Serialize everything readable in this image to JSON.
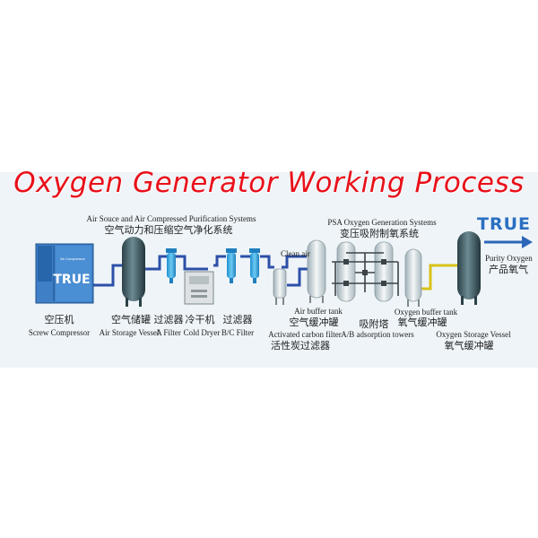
{
  "title": "Oxygen Generator Working Process",
  "brand": "TRUE",
  "compressor_panel": {
    "brand": "TRUE",
    "caption": "Air Compressor"
  },
  "sections": {
    "purification": {
      "en": "Air Souce and Air Compressed Purification Systems",
      "cn": "空气动力和压缩空气净化系统"
    },
    "psa": {
      "en": "PSA Oxygen Generation Systems",
      "cn": "变压吸附制氧系统"
    }
  },
  "flow_labels": {
    "clean_air": "Clean air",
    "purity_oxygen": {
      "en": "Purity Oxygen",
      "cn": "产品氧气"
    }
  },
  "components": [
    {
      "cn": "空压机",
      "en": "Screw Compressor"
    },
    {
      "cn": "空气储罐",
      "en": "Air Storage Vessel"
    },
    {
      "cn": "过滤器",
      "en": "A Filter"
    },
    {
      "cn": "冷干机",
      "en": "Cold Dryer"
    },
    {
      "cn": "过滤器",
      "en": "B/C Filter"
    },
    {
      "cn": "空气缓冲罐",
      "en": "Air buffer tank"
    },
    {
      "cn": "活性炭过滤器",
      "en": "Activated carbon filter"
    },
    {
      "cn": "吸附塔",
      "en": "A/B adsorption towers"
    },
    {
      "cn": "氧气缓冲罐",
      "en": "Oxygen buffer tank"
    },
    {
      "cn": "氧气缓冲罐",
      "en": "Oxygen Storage Vessel"
    }
  ],
  "colors": {
    "title": "#e8101a",
    "brand": "#2a6fc1",
    "compressor": "#3f7fc6",
    "tank": "#37525a",
    "air_pipe": "#2c4fa8",
    "oxygen_pipe": "#d9c21a",
    "arrow": "#2c66b8",
    "band": "#eaf2f8"
  }
}
